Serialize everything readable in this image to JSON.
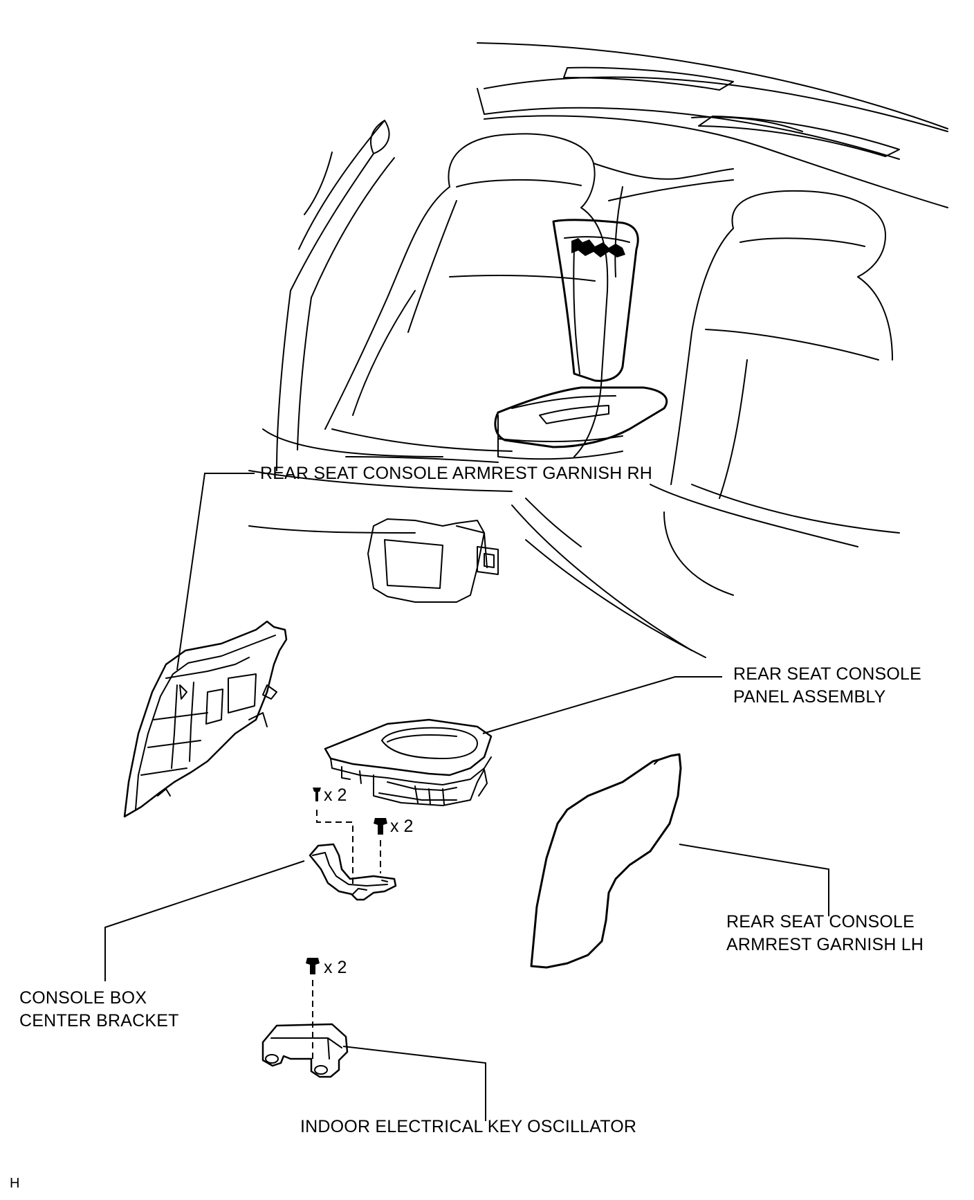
{
  "labels": {
    "garnish_rh": "REAR SEAT CONSOLE ARMREST GARNISH RH",
    "panel_assembly_line1": "REAR SEAT CONSOLE",
    "panel_assembly_line2": "PANEL ASSEMBLY",
    "garnish_lh_line1": "REAR SEAT CONSOLE",
    "garnish_lh_line2": "ARMREST GARNISH LH",
    "center_bracket_line1": "CONSOLE BOX",
    "center_bracket_line2": "CENTER BRACKET",
    "key_oscillator": "INDOOR ELECTRICAL KEY OSCILLATOR",
    "corner_mark": "H"
  },
  "fasteners": {
    "panel_screws_qty": "x 2",
    "bracket_bolts_qty": "x 2",
    "oscillator_bolts_qty": "x 2"
  }
}
